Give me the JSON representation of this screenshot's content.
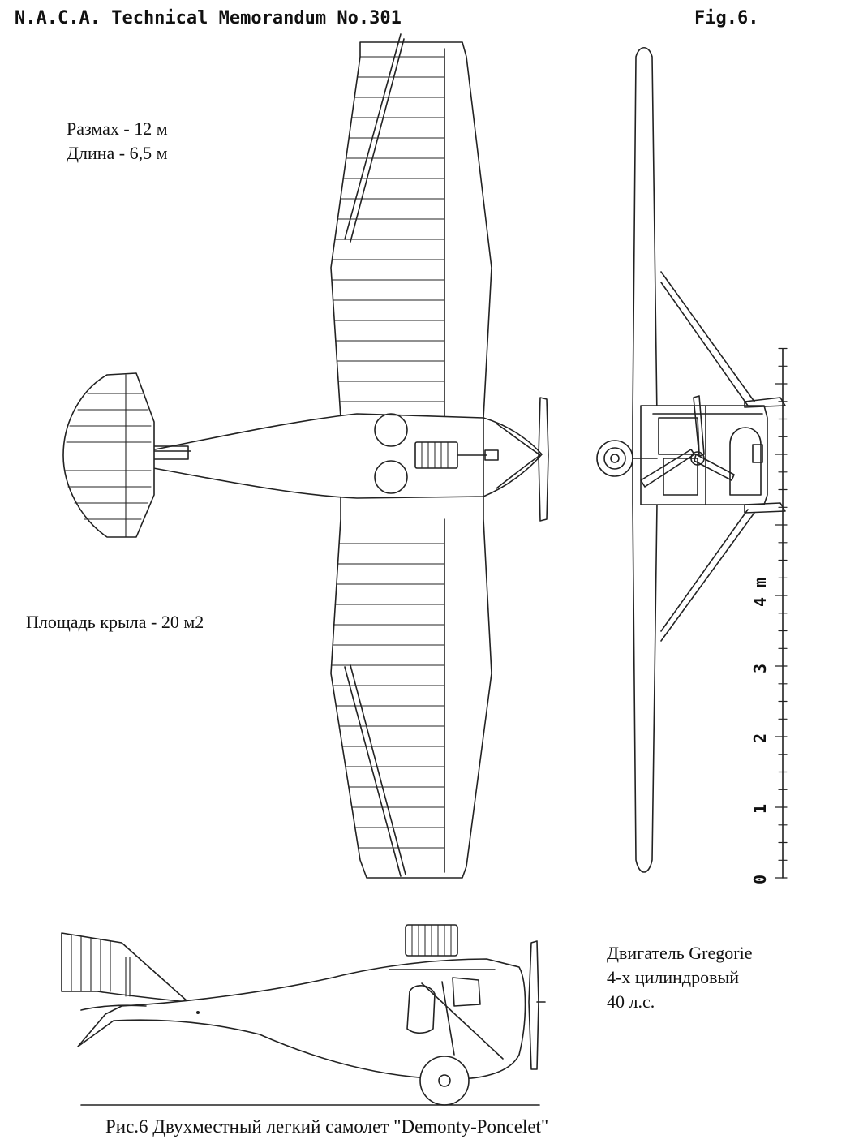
{
  "header": {
    "title": "N.A.C.A. Technical Memorandum No.301",
    "fig": "Fig.6."
  },
  "specs": {
    "span": "Размах - 12 м",
    "length": "Длина - 6,5 м",
    "wing_area": "Площадь крыла - 20 м2"
  },
  "engine": {
    "line1": "Двигатель Gregorie",
    "line2": "4-х цилиндровый",
    "line3": "40 л.с."
  },
  "scale": {
    "unit_label": "4 m",
    "ticks": [
      "0",
      "1",
      "2",
      "3"
    ]
  },
  "caption": "Рис.6 Двухместный легкий самолет \"Demonty-Poncelet\""
}
